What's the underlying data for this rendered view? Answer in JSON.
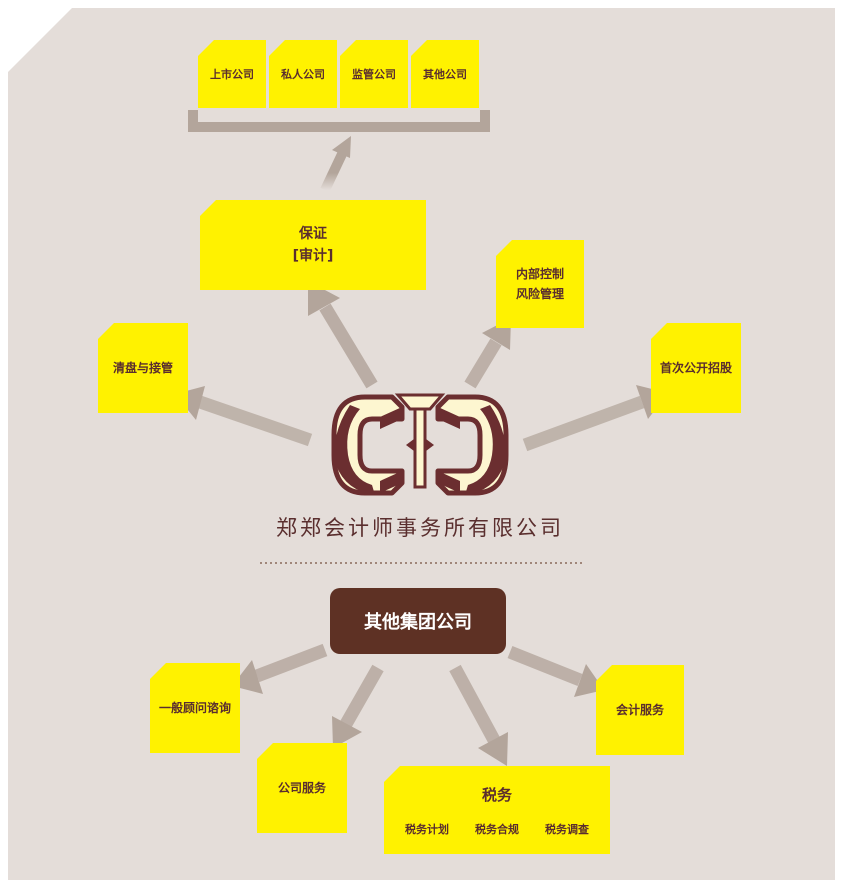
{
  "client_types": [
    "上市公司",
    "私人公司",
    "监管公司",
    "其他公司"
  ],
  "assurance": {
    "line1": "保证",
    "line2": "[审计]"
  },
  "internal_control": {
    "line1": "内部控制",
    "line2": "风险管理"
  },
  "liquidation": "清盘与接管",
  "ipo": "首次公开招股",
  "firm_name": "郑郑会计师事务所有限公司",
  "group": "其他集团公司",
  "consulting": "一般顾问谘询",
  "company_services": "公司服务",
  "accounting_services": "会计服务",
  "tax": {
    "title": "税务",
    "items": [
      "税务计划",
      "税务合规",
      "税务调查"
    ]
  },
  "colors": {
    "background": "#e4ddd9",
    "note": "#fff200",
    "arrow": "#b3a59b",
    "logo": "#6b2e30",
    "logo_face": "#fdf6d0",
    "group_box": "#5e3124",
    "text": "#5a2e2e"
  }
}
